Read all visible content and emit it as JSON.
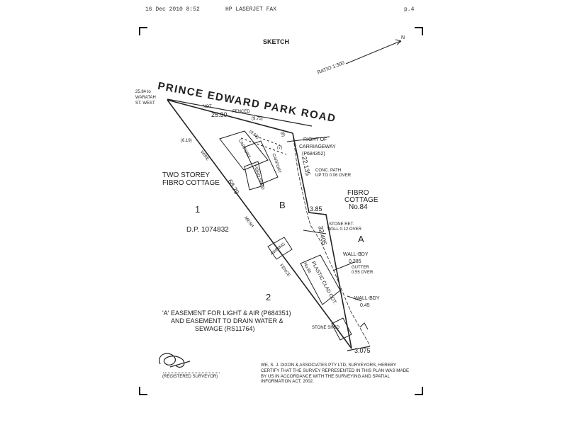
{
  "fax_header": {
    "left": "16 Dec 2010 8:52",
    "center": "HP LASERJET FAX",
    "right": "p.4"
  },
  "title": "SKETCH",
  "north": "N",
  "ratio": "RATIO 1:300",
  "road": "PRINCE EDWARD PARK ROAD",
  "corner_note": {
    "line1": "25.84 to",
    "line2": "WARATAH",
    "line3": "ST. WEST"
  },
  "dims": {
    "frontage": "25.30",
    "front_small": "(9.75)",
    "not": "NOT",
    "fenced": "FENCED",
    "side_west": "68.79",
    "side_east": "22.135",
    "offset": "3.85",
    "side_east2": "32.405",
    "rear": "3.075",
    "d968": "(9.68)",
    "d8": "(8)",
    "d7": "(7)",
    "d619": "(6.19)",
    "wire": "WIRE",
    "mesh": "MESH",
    "fence": "FENCE"
  },
  "structures": {
    "carport1": "CARPORT",
    "carport2": "CARPORT",
    "fibro_shed": "FIBRO SHED",
    "awning": "AWNING",
    "plastic_cot": "PLASTIC CLAD COT.",
    "no86": "No.86",
    "stone_shed": "STONE SHED"
  },
  "notes": {
    "right_of_way_1": "RIGHT OF",
    "right_of_way_2": "CARRIAGEWAY",
    "right_of_way_3": "(P684352)",
    "conc_path_1": "CONC. PATH",
    "conc_path_2": "UP TO 0.06 OVER",
    "stone_wall_1": "STONE RET.",
    "stone_wall_2": "WALL 0.12 OVER",
    "wall_bdy1_1": "WALL-BDY",
    "wall_bdy1_2": "0.385",
    "gutter_1": "GUTTER",
    "gutter_2": "0.55 OVER",
    "wall_bdy2_1": "WALL-BDY",
    "wall_bdy2_2": "0.45"
  },
  "labels": {
    "two_storey_1": "TWO STOREY",
    "two_storey_2": "FIBRO COTTAGE",
    "fibro_cottage_1": "FIBRO",
    "fibro_cottage_2": "COTTAGE",
    "fibro_cottage_3": "No.84",
    "lot1": "1",
    "lotB": "B",
    "lotA": "A",
    "lot2": "2",
    "dp": "D.P. 1074832"
  },
  "easement": {
    "line1": "'A' EASEMENT FOR LIGHT & AIR (P684351)",
    "line2": "AND EASEMENT TO DRAIN WATER &",
    "line3": "SEWAGE (RS11764)"
  },
  "surveyor_label": "(REGISTERED SURVEYOR)",
  "certification": "WE, S. J. DIXON & ASSOCIATES PTY LTD, SURVEYORS, HEREBY CERTIFY THAT THE SURVEY REPRESENTED IN THIS PLAN WAS MADE BY US IN ACCORDANCE WITH THE SURVEYING AND SPATIAL INFORMATION ACT, 2002."
}
